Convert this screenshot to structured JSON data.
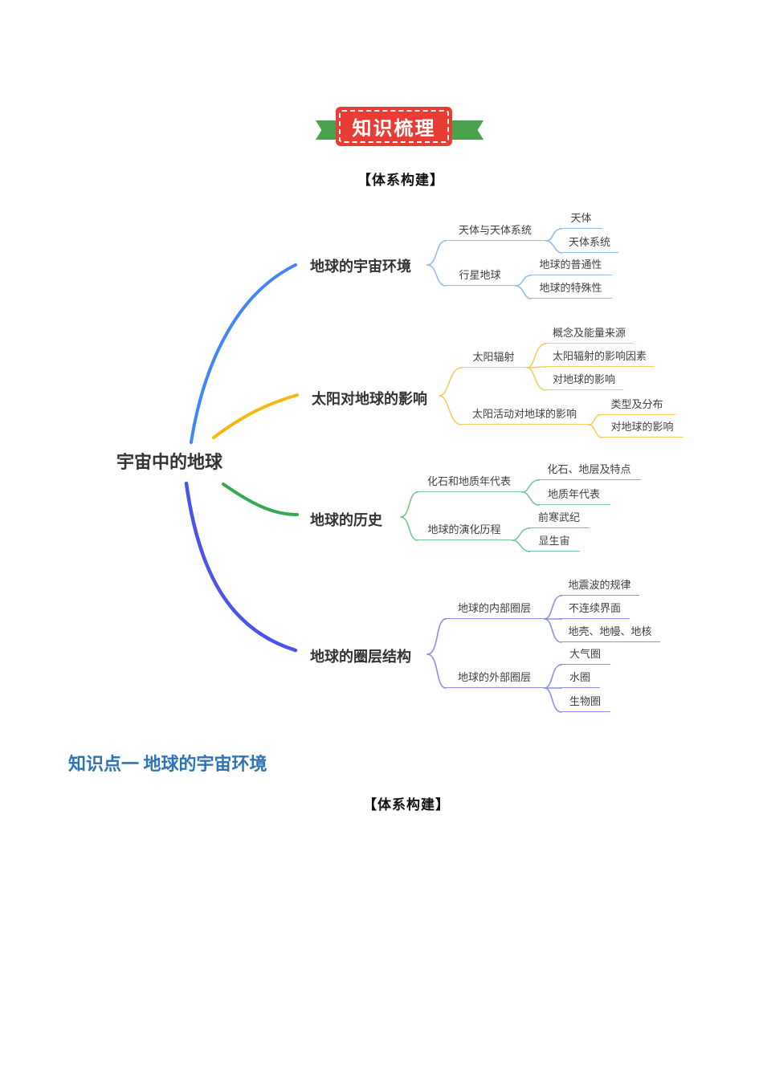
{
  "banner": {
    "title": "知识梳理",
    "box_color": "#e93c34",
    "ribbon_color": "#4aa24d"
  },
  "headings": {
    "system_build_top": "【体系构建】",
    "knowledge_point": "知识点一  地球的宇宙环境",
    "system_build_bottom": "【体系构建】",
    "knowledge_point_color": "#2e74b5"
  },
  "mindmap": {
    "root": {
      "label": "宇宙中的地球"
    },
    "branches": [
      {
        "label": "地球的宇宙环境",
        "color": "#4285f4",
        "light": "#94bbf2",
        "nodes": [
          {
            "label": "天体与天体系统",
            "leaves": [
              "天体",
              "天体系统"
            ]
          },
          {
            "label": "行星地球",
            "leaves": [
              "地球的普通性",
              "地球的特殊性"
            ]
          }
        ]
      },
      {
        "label": "太阳对地球的影响",
        "color": "#f5b80c",
        "light": "#f6cd5e",
        "nodes": [
          {
            "label": "太阳辐射",
            "leaves": [
              "概念及能量来源",
              "太阳辐射的影响因素",
              "对地球的影响"
            ]
          },
          {
            "label": "太阳活动对地球的影响",
            "leaves": [
              "类型及分布",
              "对地球的影响"
            ]
          }
        ]
      },
      {
        "label": "地球的历史",
        "color": "#34a853",
        "light": "#76c694",
        "nodes": [
          {
            "label": "化石和地质年代表",
            "leaves": [
              "化石、地层及特点",
              "地质年代表"
            ]
          },
          {
            "label": "地球的演化历程",
            "leaves": [
              "前寒武纪",
              "显生宙"
            ]
          }
        ]
      },
      {
        "label": "地球的圈层结构",
        "color": "#4d53e8",
        "light": "#8b91e6",
        "nodes": [
          {
            "label": "地球的内部圈层",
            "leaves": [
              "地震波的规律",
              "不连续界面",
              "地壳、地幔、地核"
            ]
          },
          {
            "label": "地球的外部圈层",
            "leaves": [
              "大气圈",
              "水圈",
              "生物圈"
            ]
          }
        ]
      }
    ]
  }
}
